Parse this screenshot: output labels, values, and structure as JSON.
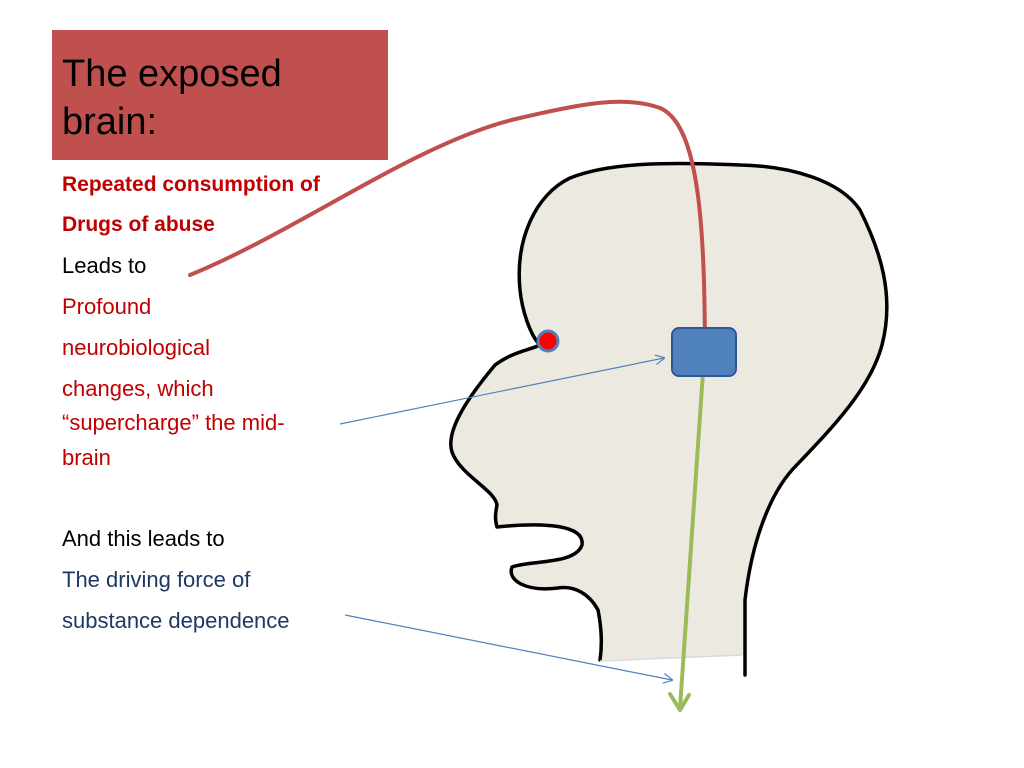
{
  "title": "The exposed brain:",
  "text": {
    "line1": "Repeated consumption of",
    "line2": "Drugs of abuse",
    "line3": "Leads to",
    "line4": "Profound",
    "line5": "neurobiological",
    "line6": "changes, which",
    "line7": "“supercharge” the mid-",
    "line8": "brain",
    "line9": "And this leads to",
    "line10": "The driving force of",
    "line11": "substance dependence"
  },
  "colors": {
    "title_bg": "#c0504d",
    "emphasis_text": "#c00000",
    "body_text": "#000000",
    "navy_text": "#1f3864",
    "head_fill": "#eceae0",
    "midbrain_box": "#4f81bd",
    "eye_dot": "#ff0000",
    "drug_arc": "#c0504d",
    "drive_arrow": "#9bbb59",
    "pointer_arrow": "#4f81bd"
  }
}
